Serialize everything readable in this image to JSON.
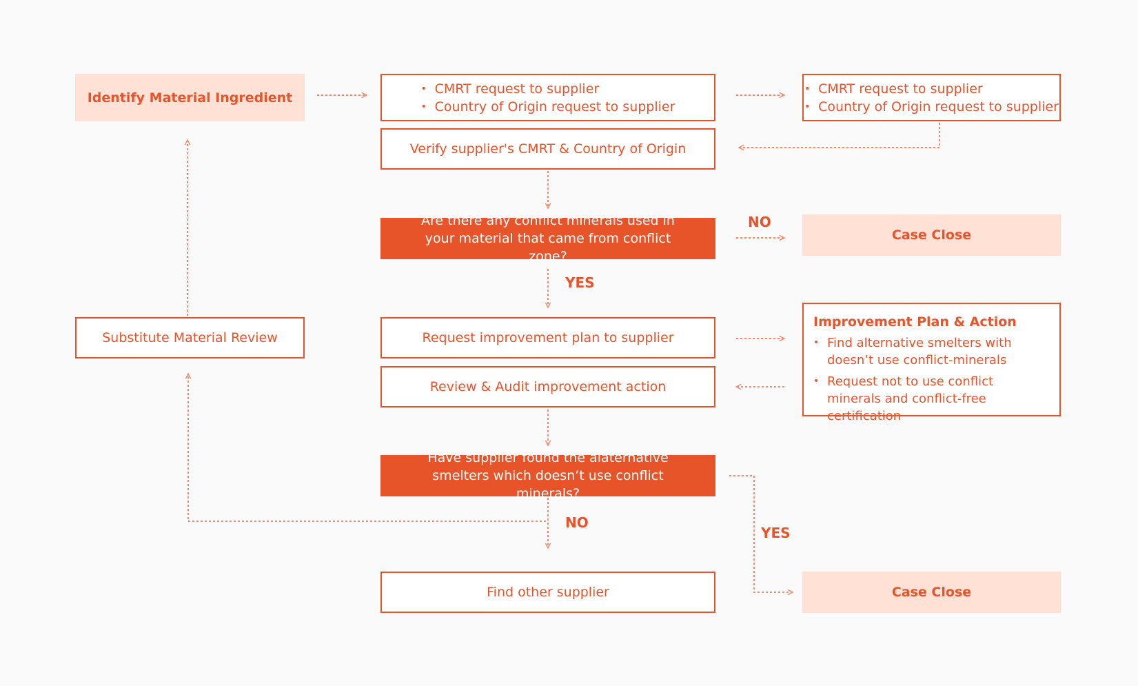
{
  "identify": "Identify Material Ingredient",
  "request_list": [
    "CMRT request to supplier",
    "Country of Origin request to supplier"
  ],
  "supplier_list": [
    "CMRT request to supplier",
    "Country of Origin request to supplier"
  ],
  "verify": "Verify supplier's CMRT & Country of Origin",
  "question1": "Are there any conflict minerals used in your material that came from conflict zone?",
  "case_close_1": "Case Close",
  "substitute": "Substitute Material Review",
  "request_plan": "Request improvement plan to supplier",
  "review_audit": "Review & Audit improvement action",
  "plan": {
    "title": "Improvement Plan & Action",
    "items": [
      "Find alternative smelters with doesn’t use conflict-minerals",
      "Request not to use conflict minerals and conflict-free certification"
    ]
  },
  "question2": "Have supplier found the alaternative smelters which doesn’t use conflict minerals?",
  "find_other": "Find other supplier",
  "case_close_2": "Case Close",
  "labels": {
    "no_1": "NO",
    "yes_1": "YES",
    "no_2": "NO",
    "yes_2": "YES"
  },
  "colors": {
    "accent": "#e8542a",
    "light_fill": "#ffe1d6",
    "arrow": "#ef8a6b"
  }
}
